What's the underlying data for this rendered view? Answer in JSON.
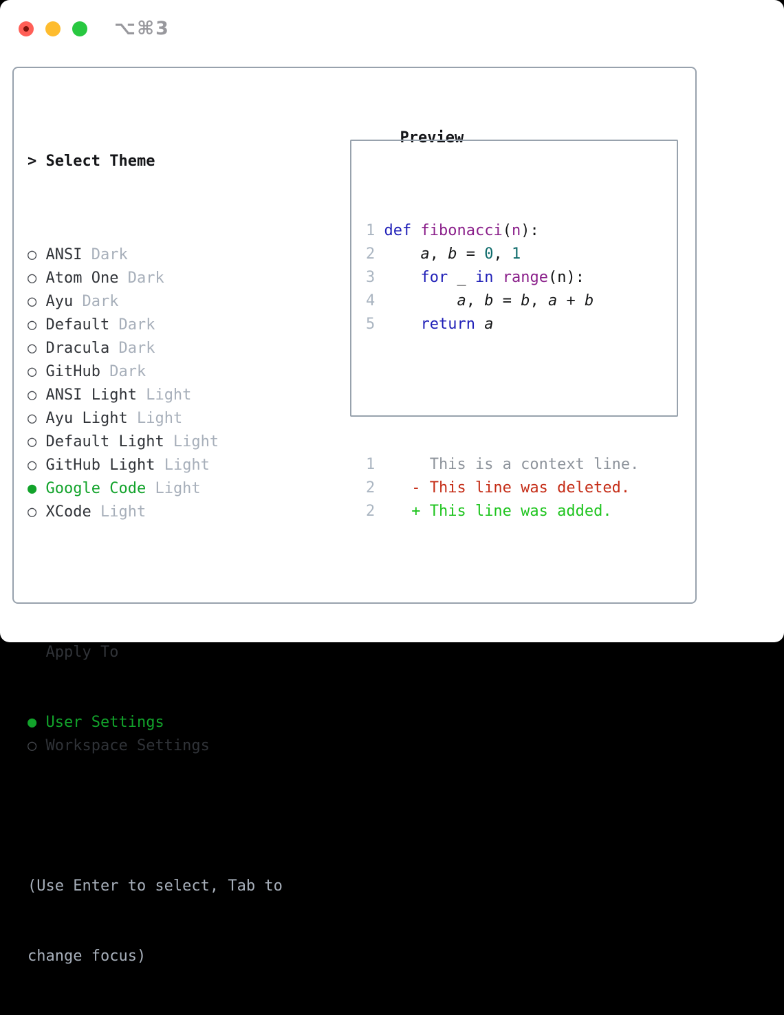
{
  "colors": {
    "border": "#98a2ad",
    "accent-green": "#12a32b",
    "tl-red": "#ff5f57",
    "tl-red-dot": "#7c140c",
    "tl-yellow": "#febc2e",
    "tl-green": "#28c840",
    "shortcut": "#98989d",
    "heading": "#141518",
    "item": "#303338",
    "variant": "#a7afba",
    "marker": "#45484e",
    "hint": "#a7afba",
    "linenum": "#aab5c1",
    "plain": "#161718",
    "kw": "#2121b8",
    "fn": "#8a1f8a",
    "lit": "#0e6b6b",
    "ctx": "#8d939b",
    "del": "#c52d17",
    "add": "#1ec41e"
  },
  "titlebar": {
    "shortcut": "⌥⌘3",
    "traffic_lights": [
      "close",
      "minimize",
      "zoom"
    ]
  },
  "theme_panel": {
    "prompt": ">",
    "title": "Select Theme",
    "themes": [
      {
        "name": "ANSI",
        "variant": "Dark",
        "selected": false
      },
      {
        "name": "Atom One",
        "variant": "Dark",
        "selected": false
      },
      {
        "name": "Ayu",
        "variant": "Dark",
        "selected": false
      },
      {
        "name": "Default",
        "variant": "Dark",
        "selected": false
      },
      {
        "name": "Dracula",
        "variant": "Dark",
        "selected": false
      },
      {
        "name": "GitHub",
        "variant": "Dark",
        "selected": false
      },
      {
        "name": "ANSI Light",
        "variant": "Light",
        "selected": false
      },
      {
        "name": "Ayu Light",
        "variant": "Light",
        "selected": false
      },
      {
        "name": "Default Light",
        "variant": "Light",
        "selected": false
      },
      {
        "name": "GitHub Light",
        "variant": "Light",
        "selected": false
      },
      {
        "name": "Google Code",
        "variant": "Light",
        "selected": true
      },
      {
        "name": "XCode",
        "variant": "Light",
        "selected": false
      }
    ],
    "radio_unselected_glyph": "○",
    "radio_selected_glyph": "●",
    "apply_to": {
      "title": "Apply To",
      "options": [
        {
          "name": "User Settings",
          "selected": true
        },
        {
          "name": "Workspace Settings",
          "selected": false
        }
      ]
    },
    "hint_lines": [
      "(Use Enter to select, Tab to",
      "change focus)"
    ]
  },
  "preview": {
    "title": "Preview",
    "code_lines": [
      {
        "num": "1",
        "tokens": [
          [
            "def",
            "kw"
          ],
          [
            " ",
            "plain"
          ],
          [
            "fibonacci",
            "fn"
          ],
          [
            "(",
            "plain"
          ],
          [
            "n",
            "fn"
          ],
          [
            "):",
            "plain"
          ]
        ]
      },
      {
        "num": "2",
        "tokens": [
          [
            "    ",
            "plain"
          ],
          [
            "a",
            "var"
          ],
          [
            ", ",
            "plain"
          ],
          [
            "b",
            "var"
          ],
          [
            " = ",
            "plain"
          ],
          [
            "0",
            "lit"
          ],
          [
            ", ",
            "plain"
          ],
          [
            "1",
            "lit"
          ]
        ]
      },
      {
        "num": "3",
        "tokens": [
          [
            "    ",
            "plain"
          ],
          [
            "for",
            "kw"
          ],
          [
            " _ ",
            "plain"
          ],
          [
            "in",
            "kw"
          ],
          [
            " ",
            "plain"
          ],
          [
            "range",
            "fn"
          ],
          [
            "(n):",
            "plain"
          ]
        ]
      },
      {
        "num": "4",
        "tokens": [
          [
            "        ",
            "plain"
          ],
          [
            "a",
            "var"
          ],
          [
            ", ",
            "plain"
          ],
          [
            "b",
            "var"
          ],
          [
            " = ",
            "plain"
          ],
          [
            "b",
            "var"
          ],
          [
            ", ",
            "plain"
          ],
          [
            "a",
            "var"
          ],
          [
            " + ",
            "plain"
          ],
          [
            "b",
            "var"
          ]
        ]
      },
      {
        "num": "5",
        "tokens": [
          [
            "    ",
            "plain"
          ],
          [
            "return",
            "kw"
          ],
          [
            " ",
            "plain"
          ],
          [
            "a",
            "var"
          ]
        ]
      }
    ],
    "diff_lines": [
      {
        "num": "1",
        "text": "      This is a context line.",
        "kind": "ctx"
      },
      {
        "num": "2",
        "text": "    - This line was deleted.",
        "kind": "del"
      },
      {
        "num": "2",
        "text": "    + This line was added.",
        "kind": "add"
      }
    ]
  }
}
